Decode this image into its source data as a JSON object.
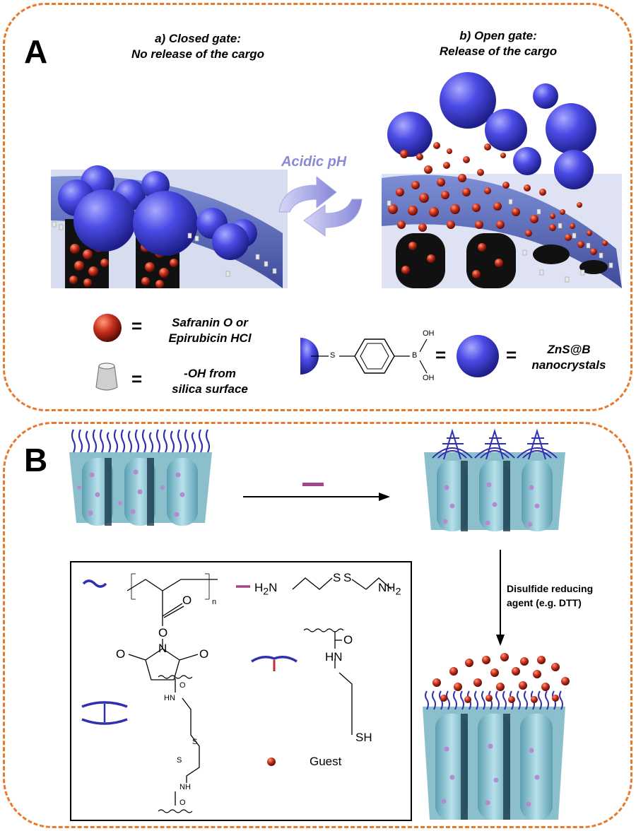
{
  "panel_a": {
    "letter": "A",
    "closed_gate": {
      "line1": "a) Closed gate:",
      "line2": "No release of the cargo"
    },
    "open_gate": {
      "line1": "b)  Open gate:",
      "line2": "Release of the cargo"
    },
    "stimulus": "Acidic pH",
    "legend": {
      "cargo": {
        "line1": "Safranin O or",
        "line2": "Epirubicin HCl"
      },
      "silanol": {
        "line1": "-OH from",
        "line2": "silica surface"
      },
      "nanocrystal": {
        "line1": "ZnS@B",
        "line2": "nanocrystals"
      },
      "boronic_s": "S",
      "boronic_b": "B",
      "boronic_oh1": "OH",
      "boronic_oh2": "OH",
      "equals": "="
    }
  },
  "panel_b": {
    "letter": "B",
    "reduction_label": {
      "line1": "Disulfide reducing",
      "line2": "agent (e.g. DTT)"
    },
    "key": {
      "cystamine_left": "H",
      "cystamine_left_sub": "2",
      "cystamine_left_n": "N",
      "cystamine_s1": "S",
      "cystamine_s2": "S",
      "cystamine_right": "NH",
      "cystamine_right_sub": "2",
      "polymer_o": "O",
      "polymer_n_sub": "n",
      "ester_o": "O",
      "succ_o1": "O",
      "succ_n": "N",
      "succ_o2": "O",
      "thiol_o": "O",
      "thiol_hn": "HN",
      "thiol_sh": "SH",
      "cross_o1": "O",
      "cross_hn": "HN",
      "cross_s1": "S",
      "cross_s2": "S",
      "cross_nh": "NH",
      "cross_o2": "O",
      "guest": "Guest"
    }
  },
  "colors": {
    "border": "#e8782a",
    "sphere": "#4a4ae0",
    "cargo": "#c0281a",
    "silica": "#6a7fc8",
    "pore": "#8ec9d6",
    "polymer": "#3a3ab8"
  }
}
